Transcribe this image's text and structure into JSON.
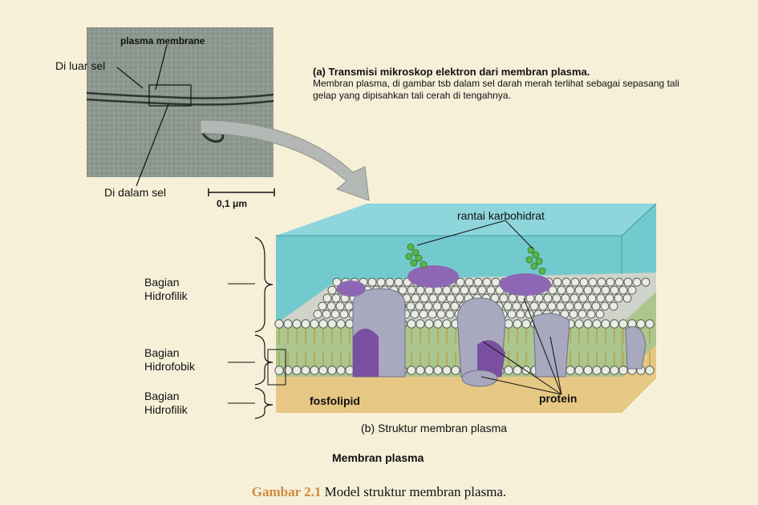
{
  "micrograph": {
    "label_membrane": "plasma membrane",
    "label_outside": "Di luar sel",
    "label_inside": "Di dalam sel",
    "scale": "0,1 μm"
  },
  "caption_a": {
    "title": "(a) Transmisi mikroskop elektron dari membran plasma.",
    "body": "Membran plasma, di gambar tsb dalam sel darah merah terlihat sebagai sepasang tali gelap yang dipisahkan tali cerah di tengahnya."
  },
  "structure": {
    "carbohydrate": "rantai karbohidrat",
    "hydrophilic_top": [
      "Bagian",
      "Hidrofilik"
    ],
    "hydrophobic": [
      "Bagian",
      "Hidrofobik"
    ],
    "hydrophilic_bottom": [
      "Bagian",
      "Hidrofilik"
    ],
    "phospholipid": "fosfolipid",
    "protein": "protein",
    "caption_b": "(b) Struktur membran plasma"
  },
  "figure_heading": "Membran plasma",
  "figure_caption": {
    "number": "Gambar 2.1",
    "text": " Model struktur membran plasma."
  },
  "colors": {
    "background": "#f6f0d8",
    "box": "#5cc3cc",
    "base": "#e6c784",
    "protein": "#a8a8be",
    "protein_dark": "#7a4fa0",
    "carb": "#5ab54a",
    "caption_accent": "#d08a3a"
  }
}
